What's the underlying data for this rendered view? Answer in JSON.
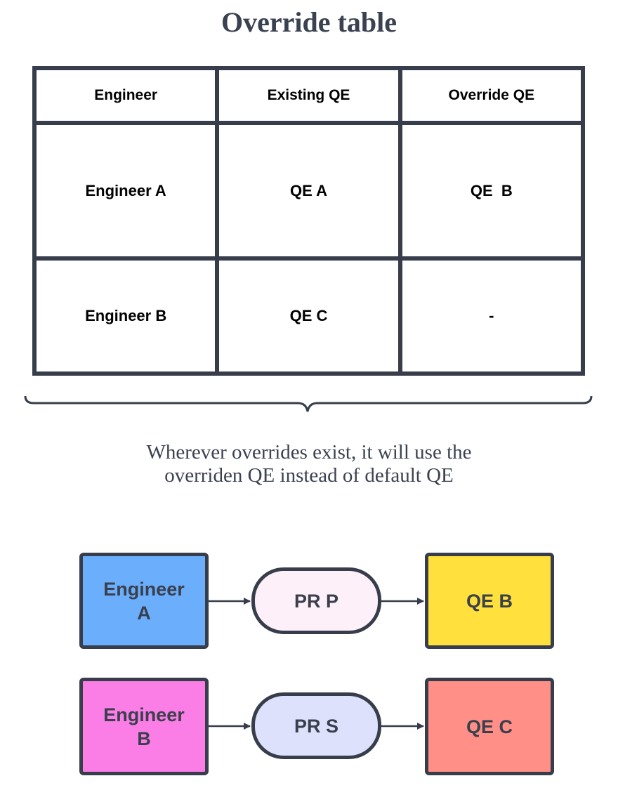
{
  "title": "Override table",
  "table": {
    "headers": [
      "Engineer",
      "Existing QE",
      "Override QE"
    ],
    "rows": [
      [
        "Engineer A",
        "QE A",
        "QE  B"
      ],
      [
        "Engineer B",
        "QE C",
        "-"
      ]
    ]
  },
  "note": {
    "line1": "Wherever overrides exist, it will use the",
    "line2": "overriden QE instead of default QE"
  },
  "flows": [
    {
      "engineer": {
        "label": "Engineer\nA",
        "color": "#6aaefc"
      },
      "pr": {
        "label": "PR P",
        "color": "#fdf0f8"
      },
      "qe": {
        "label": "QE B",
        "color": "#ffe03d"
      }
    },
    {
      "engineer": {
        "label": "Engineer\nB",
        "color": "#fb7de6"
      },
      "pr": {
        "label": "PR S",
        "color": "#dde1fc"
      },
      "qe": {
        "label": "QE C",
        "color": "#ff8f87"
      }
    }
  ],
  "colors": {
    "border": "#373d4a",
    "text": "#3a4150"
  }
}
